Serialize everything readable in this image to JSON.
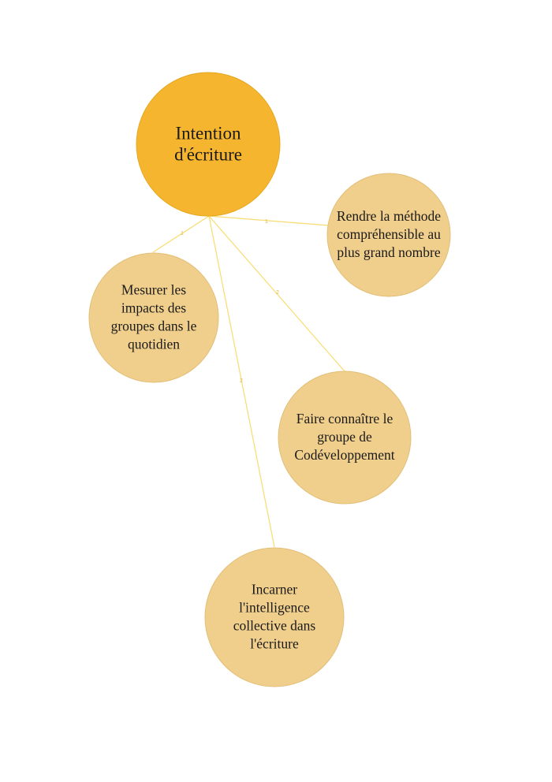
{
  "colors": {
    "central_fill": "#f6b52e",
    "central_stroke": "#e6a61e",
    "leaf_fill": "#f0cf8c",
    "leaf_stroke": "#e2bf78",
    "link": "#f7dc6f",
    "link_label": "#d9b84a",
    "text": "#1a1a1a"
  },
  "central": {
    "lines": [
      "Intention",
      "d'écriture"
    ]
  },
  "nodes": [
    {
      "id": "rendre",
      "lines": [
        "Rendre la méthode",
        "compréhensible au",
        "plus grand nombre"
      ],
      "link_label": "1"
    },
    {
      "id": "mesurer",
      "lines": [
        "Mesurer les",
        "impacts des",
        "groupes dans le",
        "quotidien"
      ],
      "link_label": "1"
    },
    {
      "id": "faire",
      "lines": [
        "Faire connaître le",
        "groupe de",
        "Codéveloppement"
      ],
      "link_label": "2"
    },
    {
      "id": "incarner",
      "lines": [
        "Incarner",
        "l'intelligence",
        "collective  dans",
        "l'écriture"
      ],
      "link_label": "2"
    }
  ]
}
